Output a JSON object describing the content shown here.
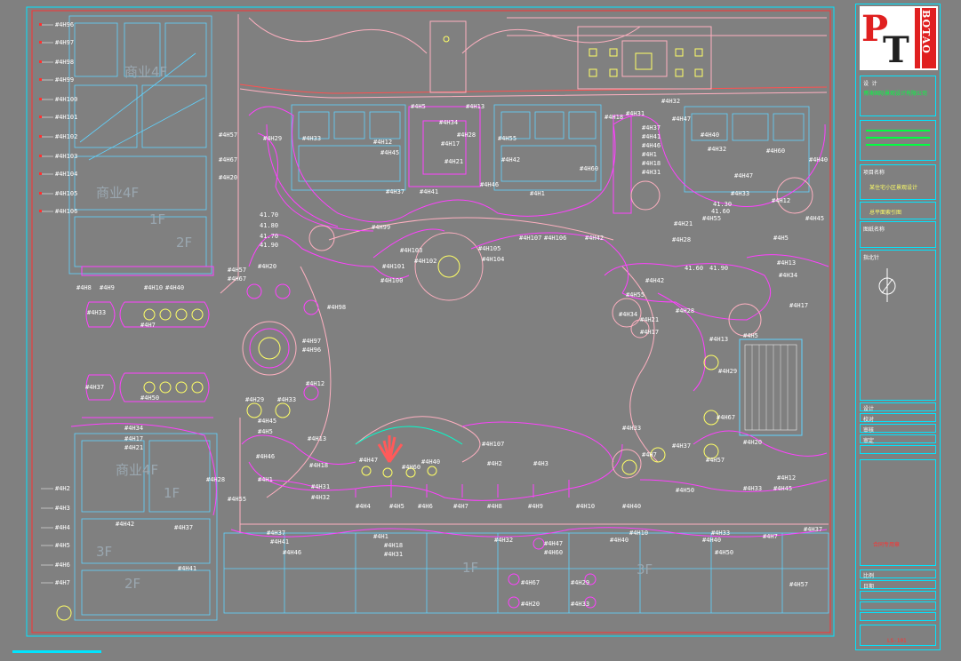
{
  "drawing": {
    "building_labels": [
      "商业4F",
      "商业4F",
      "1F",
      "2F",
      "商业4F",
      "1F",
      "3F",
      "2F",
      "1F",
      "3F"
    ],
    "tags": [
      "#4H96",
      "#4H97",
      "#4H98",
      "#4H99",
      "#4H100",
      "#4H101",
      "#4H102",
      "#4H103",
      "#4H104",
      "#4H105",
      "#4H106",
      "#4H107",
      "#4H2",
      "#4H3",
      "#4H4",
      "#4H5",
      "#4H6",
      "#4H7",
      "#4H8",
      "#4H9",
      "#4H10",
      "#4H40",
      "#4H33",
      "#4H7",
      "#4H37",
      "#4H50",
      "#4H57",
      "#4H67",
      "#4H20",
      "#4H29",
      "#4H33",
      "#4H12",
      "#4H45",
      "#4H5",
      "#4H13",
      "#4H34",
      "#4H17",
      "#4H21",
      "#4H28",
      "#4H55",
      "#4H42",
      "#4H37",
      "#4H41",
      "#4H46",
      "#4H1",
      "#4H18",
      "#4H31",
      "#4H32",
      "#4H47",
      "#4H60",
      "#4H40"
    ],
    "elevations": [
      "41.70",
      "41.80",
      "41.70",
      "41.90",
      "41.60",
      "41.90",
      "41.30",
      "41.60"
    ]
  },
  "title_block": {
    "logo_letters": [
      "P",
      "T"
    ],
    "logo_side_text": "BOTAO",
    "company_label": "设 计",
    "company_name": "博涛国际景观设计有限公司",
    "project_label": "项目名称",
    "project_name": "某住宅小区景观设计",
    "drawing_title": "总平面索引图",
    "drawing_label": "图纸名称",
    "north_label": "指北针",
    "stamp_text": "合同专用章",
    "drawing_no": "LS-101",
    "rows": [
      "设计",
      "校对",
      "审核",
      "审定",
      "比例",
      "日期"
    ]
  }
}
